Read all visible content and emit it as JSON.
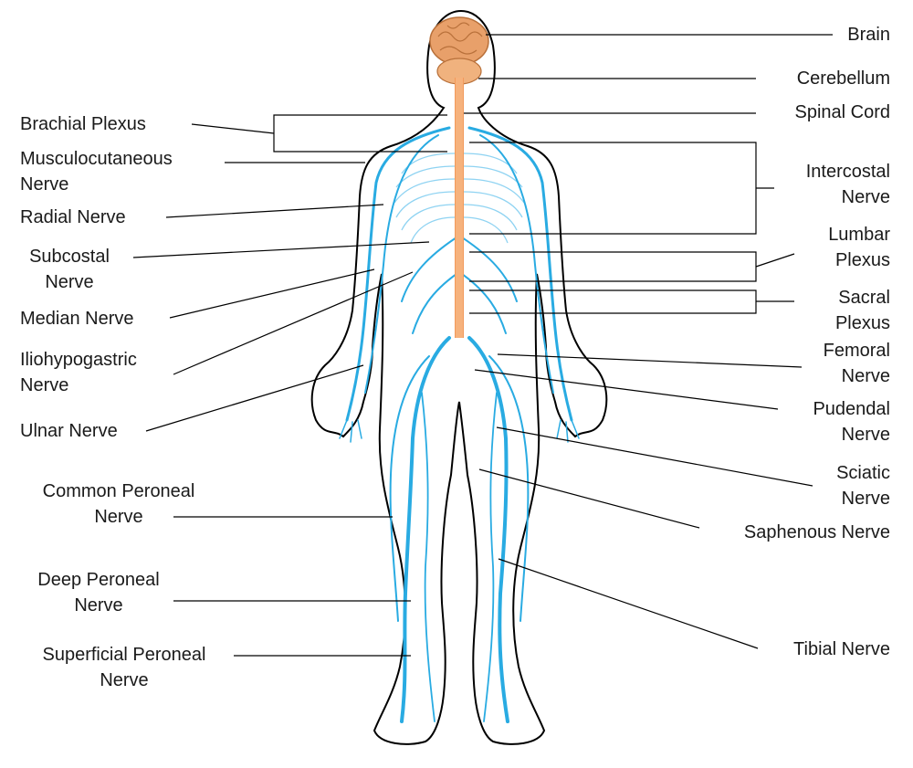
{
  "colors": {
    "nerve": "#29abe2",
    "nerve_light": "#8fd3f2",
    "spinal_cord": "#f29a5c",
    "brain": "#e8a06a",
    "outline": "#000000",
    "leader": "#000000"
  },
  "labels": {
    "brain": [
      "Brain"
    ],
    "cerebellum": [
      "Cerebellum"
    ],
    "spinal_cord": [
      "Spinal Cord"
    ],
    "intercostal": [
      "Intercostal",
      "Nerve"
    ],
    "lumbar": [
      "Lumbar",
      "Plexus"
    ],
    "sacral": [
      "Sacral",
      "Plexus"
    ],
    "femoral": [
      "Femoral",
      "Nerve"
    ],
    "pudendal": [
      "Pudendal",
      "Nerve"
    ],
    "sciatic": [
      "Sciatic",
      "Nerve"
    ],
    "saphenous": [
      "Saphenous Nerve"
    ],
    "tibial": [
      "Tibial Nerve"
    ],
    "brachial": [
      "Brachial Plexus"
    ],
    "musculocutaneous": [
      "Musculocutaneous",
      "Nerve"
    ],
    "radial": [
      "Radial Nerve"
    ],
    "subcostal": [
      "Subcostal",
      "Nerve"
    ],
    "median": [
      "Median Nerve"
    ],
    "iliohypogastric": [
      "Iliohypogastric",
      "Nerve"
    ],
    "ulnar": [
      "Ulnar Nerve"
    ],
    "common_peroneal": [
      "Common Peroneal",
      "Nerve"
    ],
    "deep_peroneal": [
      "Deep Peroneal",
      "Nerve"
    ],
    "superficial_peroneal": [
      "Superficial Peroneal",
      "Nerve"
    ]
  }
}
